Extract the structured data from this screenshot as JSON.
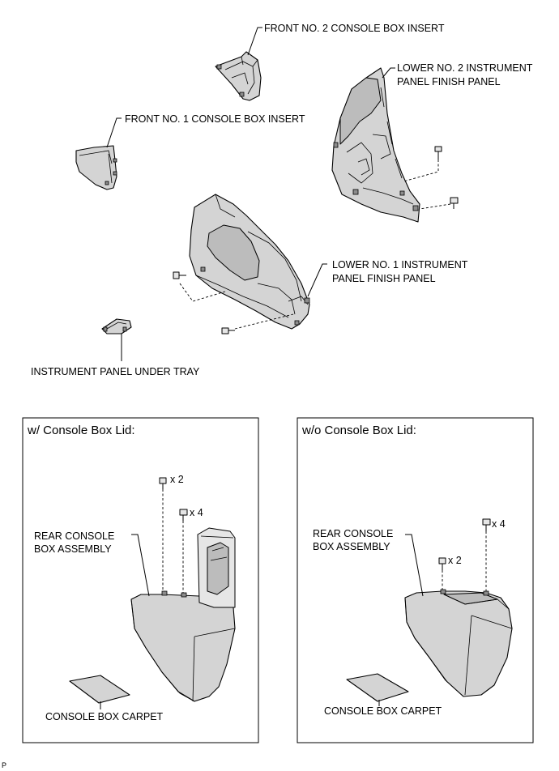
{
  "labels": {
    "front_no2_insert": "FRONT NO. 2 CONSOLE BOX INSERT",
    "lower_no2_panel_line1": "LOWER NO. 2 INSTRUMENT",
    "lower_no2_panel_line2": "PANEL FINISH PANEL",
    "front_no1_insert": "FRONT NO. 1 CONSOLE BOX INSERT",
    "lower_no1_panel_line1": "LOWER NO. 1 INSTRUMENT",
    "lower_no1_panel_line2": "PANEL FINISH PANEL",
    "under_tray": "INSTRUMENT PANEL UNDER TRAY"
  },
  "panels": {
    "with_lid": {
      "title": "w/ Console Box Lid:",
      "rear_box_line1": "REAR CONSOLE",
      "rear_box_line2": "BOX ASSEMBLY",
      "screw_qty": "x 2",
      "clip_qty": "x 4",
      "carpet": "CONSOLE BOX CARPET"
    },
    "without_lid": {
      "title": "w/o Console Box Lid:",
      "rear_box_line1": "REAR CONSOLE",
      "rear_box_line2": "BOX ASSEMBLY",
      "clip_qty": "x 4",
      "screw_qty": "x 2",
      "carpet": "CONSOLE BOX CARPET"
    }
  },
  "footer_code": "P"
}
